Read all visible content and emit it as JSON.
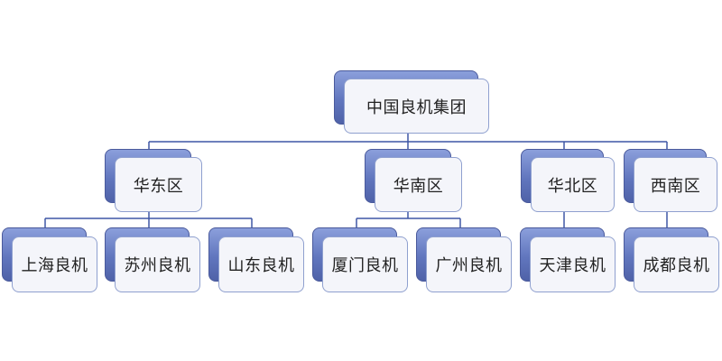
{
  "diagram": {
    "root": {
      "label": "中国良机集团"
    },
    "regions": [
      {
        "label": "华东区",
        "children": [
          "上海良机",
          "苏州良机",
          "山东良机"
        ]
      },
      {
        "label": "华南区",
        "children": [
          "厦门良机",
          "广州良机"
        ]
      },
      {
        "label": "华北区",
        "children": [
          "天津良机"
        ]
      },
      {
        "label": "西南区",
        "children": [
          "成都良机"
        ]
      }
    ]
  },
  "colors": {
    "connector": "#3f57a5",
    "card_back": "#6176be",
    "card_front": "#f4f5fa"
  }
}
